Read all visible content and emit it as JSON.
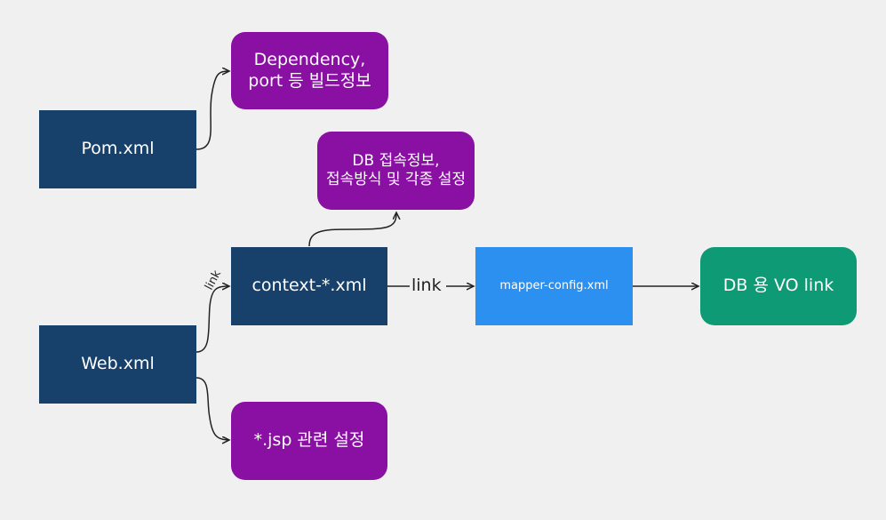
{
  "nodes": {
    "pom": "Pom.xml",
    "web": "Web.xml",
    "dependency": [
      "Dependency,",
      "port 등 빌드정보"
    ],
    "db_info": [
      "DB 접속정보,",
      "접속방식 및 각종 설정"
    ],
    "context": "context-*.xml",
    "mapper": "mapper-config.xml",
    "db_vo": "DB 용 VO link",
    "jsp": "*.jsp 관련 설정"
  },
  "edge_labels": {
    "web_to_context": "link",
    "context_to_mapper": "link"
  },
  "colors": {
    "navy": "#17406b",
    "purple": "#8a0fa3",
    "blue": "#2b90f0",
    "green": "#0f9a76",
    "background": "#f0f0f0",
    "line": "#222222"
  }
}
